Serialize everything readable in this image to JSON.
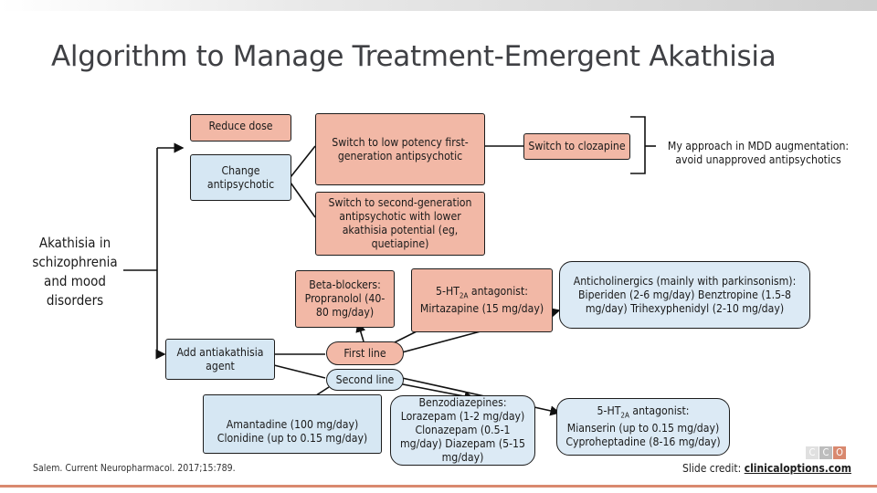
{
  "title": "Algorithm to Manage Treatment-Emergent Akathisia",
  "start_node": "Akathisia in schizophrenia and mood disorders",
  "nodes": {
    "reduce_dose": "Reduce dose",
    "change_antipsychotic": "Change antipsychotic",
    "switch_low_potency": "Switch to low potency first-generation antipsychotic",
    "switch_clozapine": "Switch to clozapine",
    "switch_sga": "Switch to second-generation antipsychotic with lower akathisia potential (eg, quetiapine)",
    "approach_note": "My approach in MDD augmentation: avoid unapproved antipsychotics",
    "add_agent": "Add antiakathisia agent",
    "first_line": "First line",
    "second_line": "Second line",
    "beta_blockers": "Beta-blockers: Propranolol (40-80 mg/day)",
    "ht2a_first_prefix": "5-HT",
    "ht2a_first_sub": "2A",
    "ht2a_first_suffix": " antagonist:",
    "ht2a_first_drug": "Mirtazapine (15 mg/day)",
    "anticholinergics": "Anticholinergics (mainly with parkinsonism): Biperiden (2-6 mg/day) Benztropine (1.5-8 mg/day) Trihexyphenidyl (2-10 mg/day)",
    "amantadine": "Amantadine (100 mg/day) Clonidine (up to 0.15 mg/day)",
    "benzodiazepines": "Benzodiazepines: Lorazepam (1-2 mg/day) Clonazepam (0.5-1 mg/day) Diazepam (5-15 mg/day)",
    "ht2a_second_prefix": "5-HT",
    "ht2a_second_sub": "2A",
    "ht2a_second_suffix": " antagonist:",
    "ht2a_second_drugs": "Mianserin (up to 0.15 mg/day) Cyproheptadine (8-16 mg/day)"
  },
  "citation": "Salem. Current Neuropharmacol. 2017;15:789.",
  "credit_label": "Slide credit: ",
  "credit_link": "clinicaloptions.com",
  "logo_letters": [
    "C",
    "C",
    "O"
  ],
  "colors": {
    "salmon": "#f2b8a6",
    "blue": "#d6e7f3",
    "accent": "#d9896f",
    "title": "#3f4044"
  }
}
